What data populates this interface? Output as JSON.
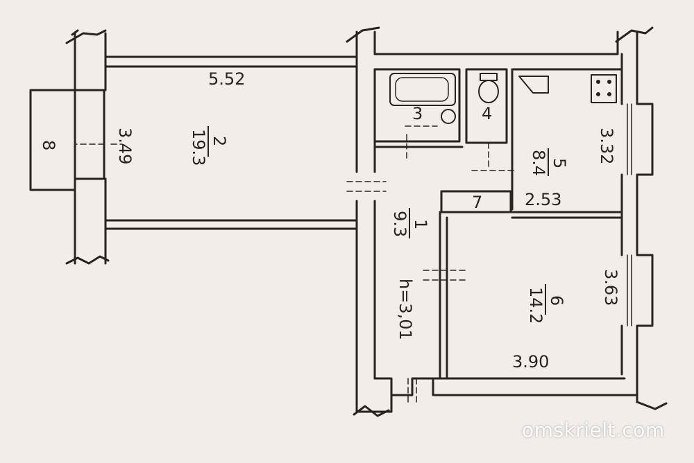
{
  "plan": {
    "background": "#f3ede9",
    "line_color": "#2a2220",
    "rooms": [
      {
        "id": "1",
        "number": "1",
        "area": "9.3",
        "height_note": "h=3,01"
      },
      {
        "id": "2",
        "number": "2",
        "area": "19.3",
        "width": "5.52",
        "depth": "3.49"
      },
      {
        "id": "3",
        "number": "3"
      },
      {
        "id": "4",
        "number": "4"
      },
      {
        "id": "5",
        "number": "5",
        "area": "8.4",
        "width": "2.53",
        "depth": "3.32"
      },
      {
        "id": "6",
        "number": "6",
        "area": "14.2",
        "width": "3.90",
        "depth": "3.63"
      },
      {
        "id": "7",
        "number": "7"
      },
      {
        "id": "8",
        "number": "8"
      }
    ]
  },
  "watermark": "omskrielt.com"
}
